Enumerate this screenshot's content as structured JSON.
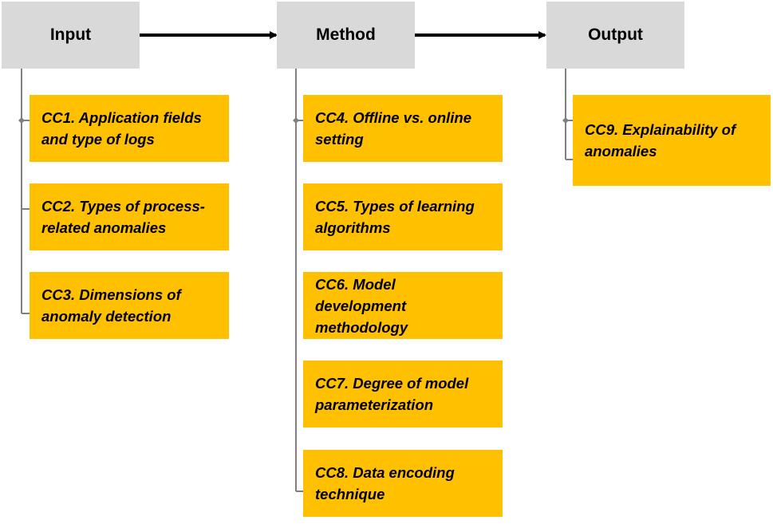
{
  "columns": [
    {
      "id": "input",
      "title": "Input",
      "items": [
        "CC1. Application fields and type of logs",
        "CC2. Types of process-related anomalies",
        "CC3. Dimensions of anomaly detection"
      ]
    },
    {
      "id": "method",
      "title": "Method",
      "items": [
        "CC4. Offline vs. online setting",
        "CC5. Types of learning algorithms",
        "CC6. Model development methodology",
        "CC7. Degree of model parameterization",
        "CC8. Data encoding technique"
      ]
    },
    {
      "id": "output",
      "title": "Output",
      "items": [
        "CC9. Explainability of anomalies"
      ]
    }
  ],
  "colors": {
    "header_fill": "#d9d9d9",
    "card_fill": "#ffc000",
    "connector": "#808080",
    "arrow": "#000000"
  }
}
